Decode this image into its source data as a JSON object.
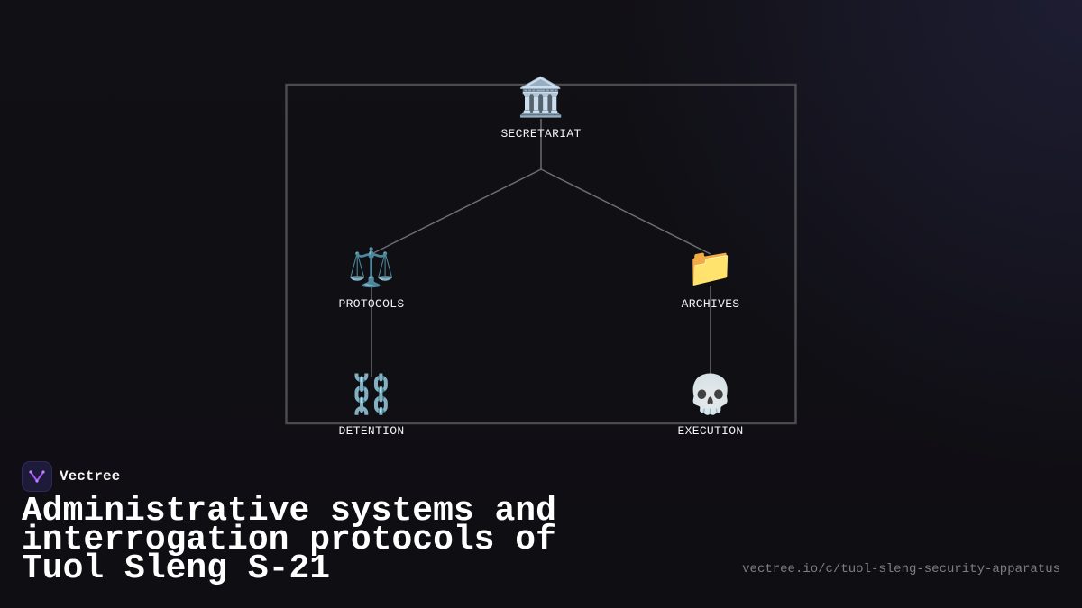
{
  "brand": {
    "name": "Vectree",
    "logo_icon": "vectree-logo-icon",
    "accent_color": "#a855f7"
  },
  "title": "Administrative systems and interrogation protocols of Tuol Sleng S-21",
  "url": "vectree.io/c/tuol-sleng-security-apparatus",
  "diagram": {
    "frame_color": "#4a4a4f",
    "edge_color": "#6a6a70",
    "nodes": [
      {
        "id": "secretariat",
        "label": "SECRETARIAT",
        "icon": "🏛️",
        "icon_name": "classical-building-icon"
      },
      {
        "id": "protocols",
        "label": "PROTOCOLS",
        "icon": "⚖️",
        "icon_name": "balance-scale-icon"
      },
      {
        "id": "archives",
        "label": "ARCHIVES",
        "icon": "📁",
        "icon_name": "folder-icon"
      },
      {
        "id": "detention",
        "label": "DETENTION",
        "icon": "⛓️",
        "icon_name": "chains-icon"
      },
      {
        "id": "execution",
        "label": "EXECUTION",
        "icon": "💀",
        "icon_name": "skull-icon"
      }
    ],
    "edges": [
      {
        "from": "secretariat",
        "to": "protocols"
      },
      {
        "from": "secretariat",
        "to": "archives"
      },
      {
        "from": "protocols",
        "to": "detention"
      },
      {
        "from": "archives",
        "to": "execution"
      }
    ]
  }
}
